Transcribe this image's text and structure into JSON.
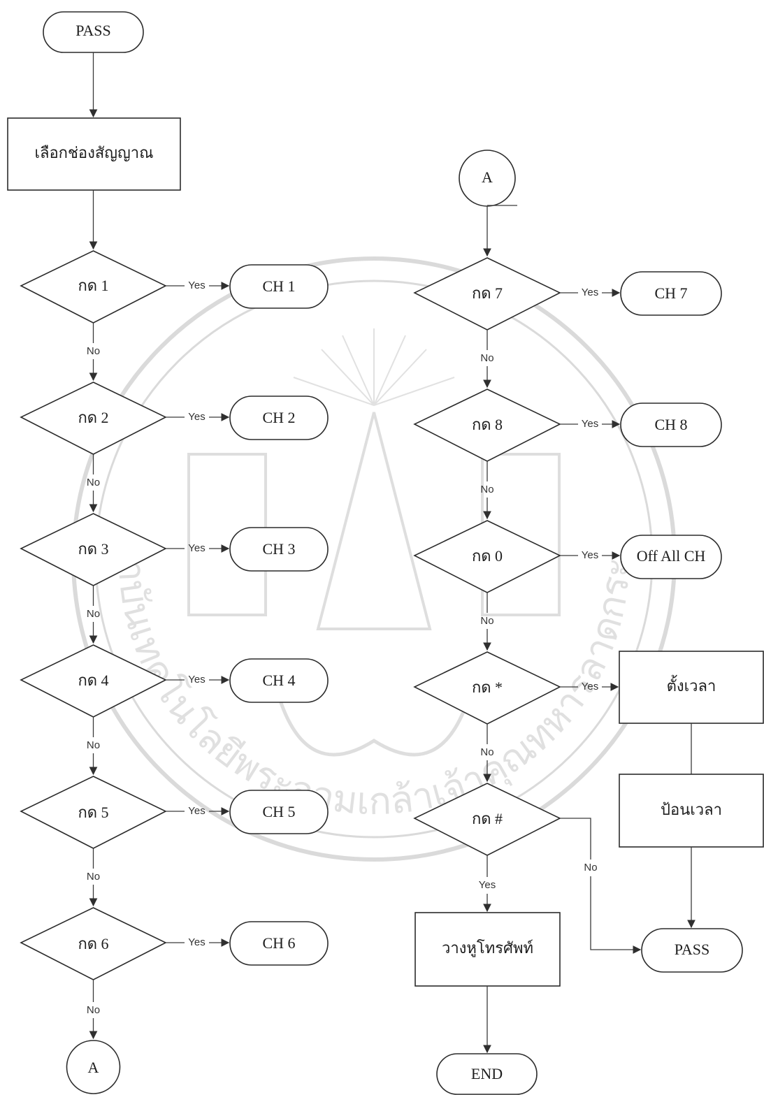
{
  "flowchart": {
    "start_label": "PASS",
    "select_channel_label": "เลือกช่องสัญญาณ",
    "connector_label": "A",
    "yes_label": "Yes",
    "no_label": "No",
    "left_decisions": [
      {
        "key": "กด 1",
        "result": "CH 1"
      },
      {
        "key": "กด 2",
        "result": "CH 2"
      },
      {
        "key": "กด 3",
        "result": "CH 3"
      },
      {
        "key": "กด 4",
        "result": "CH 4"
      },
      {
        "key": "กด 5",
        "result": "CH 5"
      },
      {
        "key": "กด 6",
        "result": "CH 6"
      }
    ],
    "right_decisions": [
      {
        "key": "กด 7",
        "result": "CH 7"
      },
      {
        "key": "กด 8",
        "result": "CH 8"
      },
      {
        "key": "กด 0",
        "result": "Off All CH"
      },
      {
        "key": "กด *",
        "result": "ตั้งเวลา"
      },
      {
        "key": "กด #"
      }
    ],
    "enter_time_label": "ป้อนเวลา",
    "hang_up_label": "วางหูโทรศัพท์",
    "pass_end_label": "PASS",
    "end_label": "END"
  },
  "watermark": {
    "type": "university seal",
    "arc_text": "สถาบันเทคโนโลยีพระจอมเกล้าเจ้าคุณทหารลาดกระบัง",
    "color": "#bdbdbd"
  }
}
